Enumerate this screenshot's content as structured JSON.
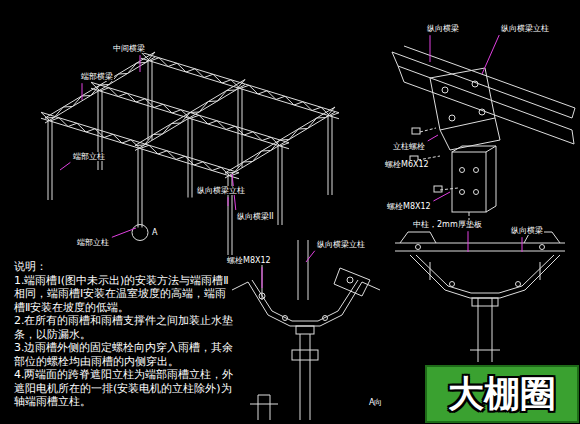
{
  "diagram": {
    "labels": [
      "中间横梁",
      "端部横梁",
      "端部立柱",
      "纵向横梁立柱",
      "纵向横梁II",
      "端部立柱",
      "A",
      "纵向横梁立柱",
      "螺栓M8X12",
      "A向",
      "纵向横梁",
      "纵向横梁立柱",
      "立柱螺栓",
      "螺栓M6X12",
      "螺栓M8X12",
      "中柱，2mm厚垫板",
      "纵向横梁",
      "说明：",
      "1.端雨槽Ⅰ(图中未示出)的安装方法与端雨槽Ⅱ相同，端雨槽Ⅰ安装在温室坡度的高端，端雨槽Ⅱ安装在坡度的低端。",
      "2.在所有的雨槽和雨槽支撑件之间加装止水垫条，以防漏水。",
      "3.边雨槽外侧的固定螺栓向内穿入雨槽，其余部位的螺栓均由雨槽的内侧穿出。",
      "4.两端面的跨脊遮阳立柱为端部雨槽立柱，外遮阳电机所在的一排(安装电机的立柱除外)为轴端雨槽立柱。",
      "大棚圈"
    ]
  }
}
